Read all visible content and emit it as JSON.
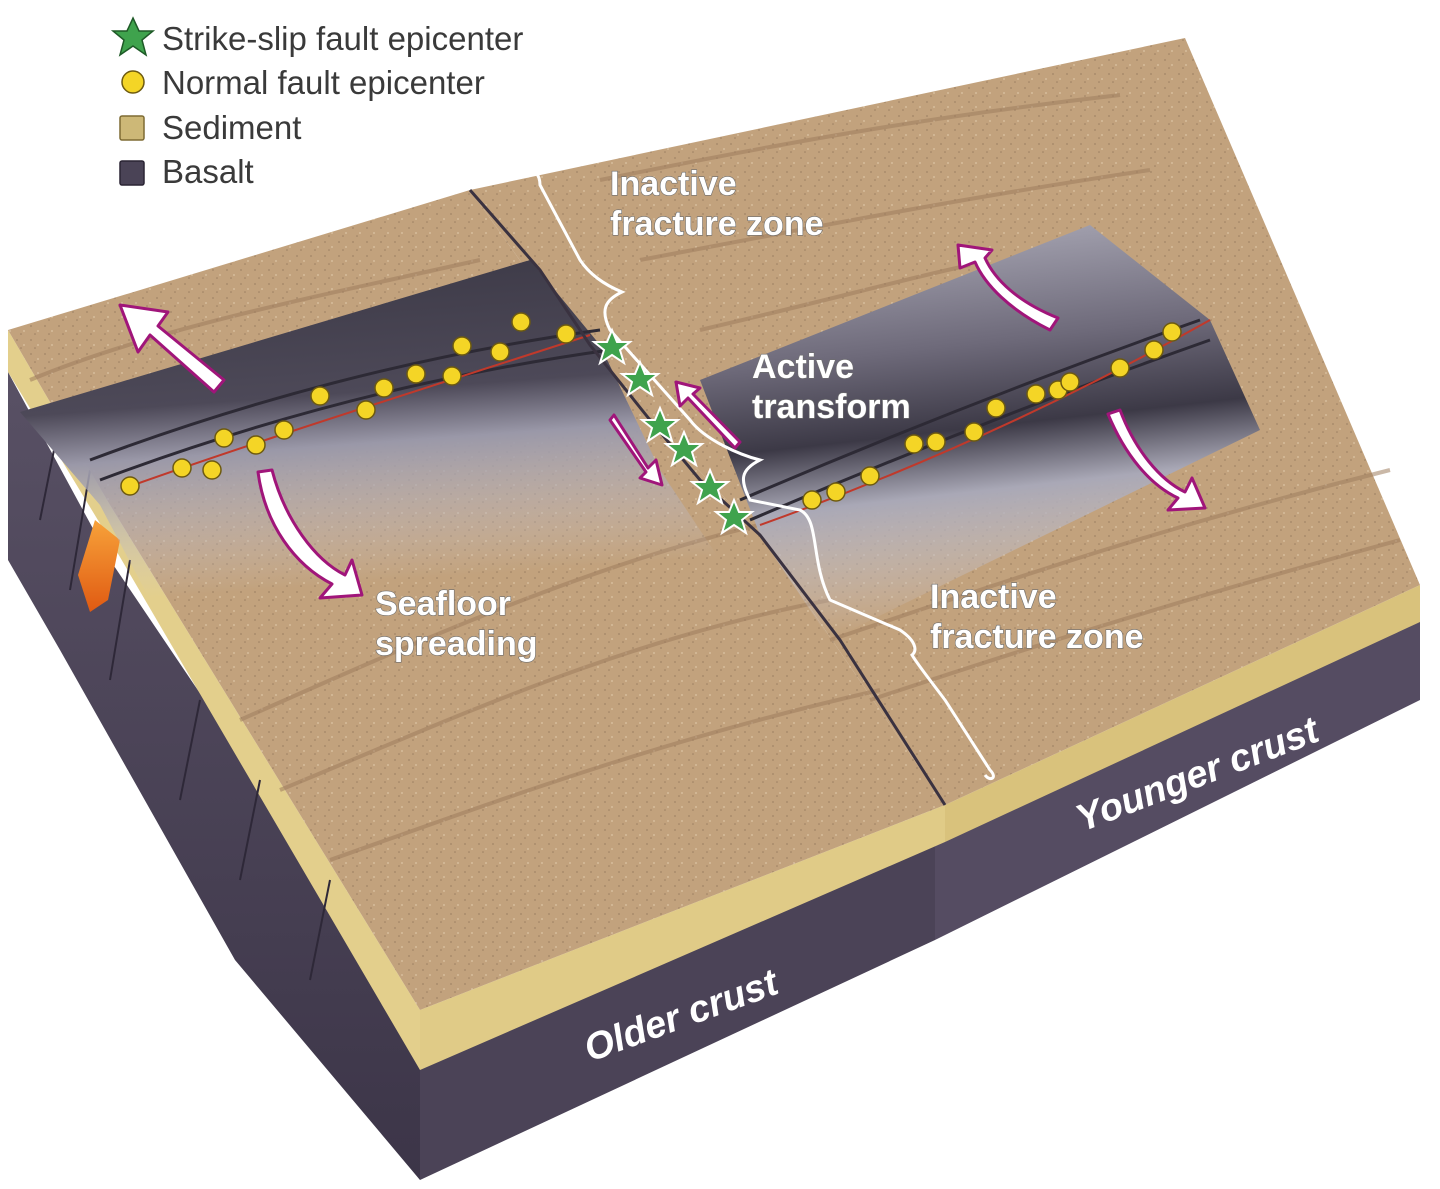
{
  "legend": {
    "items": [
      {
        "label": "Strike-slip fault epicenter",
        "symbol": "star",
        "color": "#3fa34d"
      },
      {
        "label": "Normal fault epicenter",
        "symbol": "circle",
        "color": "#f2d21b"
      },
      {
        "label": "Sediment",
        "symbol": "square",
        "color": "#cdb877"
      },
      {
        "label": "Basalt",
        "symbol": "square",
        "color": "#4a4356"
      }
    ]
  },
  "labels": {
    "inactive_top_1": "Inactive",
    "inactive_top_2": "fracture zone",
    "active_1": "Active",
    "active_2": "transform",
    "spreading_1": "Seafloor",
    "spreading_2": "spreading",
    "inactive_bottom_1": "Inactive",
    "inactive_bottom_2": "fracture zone",
    "older_crust": "Older crust",
    "younger_crust": "Younger crust"
  },
  "colors": {
    "sediment_top": "#bf9d78",
    "sediment_edge": "#e3cf8c",
    "basalt_side": "#4a4356",
    "ridge_dark": "#54505e",
    "ridge_light": "#b9b8c4",
    "arrow_outline": "#a0157a",
    "lava": "#f07a1e"
  }
}
